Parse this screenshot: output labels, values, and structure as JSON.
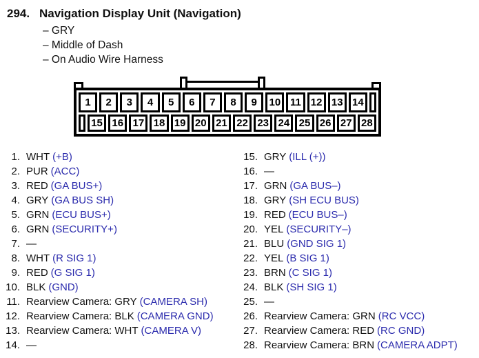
{
  "page": {
    "number": "294.",
    "title": "Navigation Display Unit (Navigation)",
    "bullets": [
      "– GRY",
      "– Middle of Dash",
      "– On Audio Wire Harness"
    ]
  },
  "colors": {
    "signal_blue": "#2b2bad",
    "text_black": "#111111",
    "connector_line": "#000000"
  },
  "connector": {
    "top_pins": [
      "1",
      "2",
      "3",
      "4",
      "5",
      "6",
      "7",
      "8",
      "9",
      "10",
      "11",
      "12",
      "13",
      "14"
    ],
    "bottom_pins": [
      "15",
      "16",
      "17",
      "18",
      "19",
      "20",
      "21",
      "22",
      "23",
      "24",
      "25",
      "26",
      "27",
      "28"
    ]
  },
  "pins_left": [
    {
      "num": "1.",
      "wire": "WHT",
      "signal": "(+B)"
    },
    {
      "num": "2.",
      "wire": "PUR",
      "signal": "(ACC)"
    },
    {
      "num": "3.",
      "wire": "RED",
      "signal": "(GA BUS+)"
    },
    {
      "num": "4.",
      "wire": "GRY",
      "signal": "(GA BUS SH)"
    },
    {
      "num": "5.",
      "wire": "GRN",
      "signal": "(ECU BUS+)"
    },
    {
      "num": "6.",
      "wire": "GRN",
      "signal": "(SECURITY+)"
    },
    {
      "num": "7.",
      "wire": "—",
      "signal": ""
    },
    {
      "num": "8.",
      "wire": "WHT",
      "signal": "(R SIG 1)"
    },
    {
      "num": "9.",
      "wire": "RED",
      "signal": "(G SIG 1)"
    },
    {
      "num": "10.",
      "wire": "BLK",
      "signal": "(GND)"
    },
    {
      "num": "11.",
      "wire": "Rearview Camera: GRY",
      "signal": "(CAMERA SH)"
    },
    {
      "num": "12.",
      "wire": "Rearview Camera: BLK",
      "signal": "(CAMERA GND)"
    },
    {
      "num": "13.",
      "wire": "Rearview Camera: WHT",
      "signal": "(CAMERA V)"
    },
    {
      "num": "14.",
      "wire": "—",
      "signal": ""
    }
  ],
  "pins_right": [
    {
      "num": "15.",
      "wire": "GRY",
      "signal": "(ILL (+))"
    },
    {
      "num": "16.",
      "wire": "—",
      "signal": ""
    },
    {
      "num": "17.",
      "wire": "GRN",
      "signal": "(GA BUS–)"
    },
    {
      "num": "18.",
      "wire": "GRY",
      "signal": "(SH ECU BUS)"
    },
    {
      "num": "19.",
      "wire": "RED",
      "signal": "(ECU BUS–)"
    },
    {
      "num": "20.",
      "wire": "YEL",
      "signal": "(SECURITY–)"
    },
    {
      "num": "21.",
      "wire": "BLU",
      "signal": "(GND SIG 1)"
    },
    {
      "num": "22.",
      "wire": "YEL",
      "signal": "(B SIG 1)"
    },
    {
      "num": "23.",
      "wire": "BRN",
      "signal": "(C SIG 1)"
    },
    {
      "num": "24.",
      "wire": "BLK",
      "signal": "(SH SIG 1)"
    },
    {
      "num": "25.",
      "wire": "—",
      "signal": ""
    },
    {
      "num": "26.",
      "wire": "Rearview Camera: GRN",
      "signal": "(RC VCC)"
    },
    {
      "num": "27.",
      "wire": "Rearview Camera: RED",
      "signal": "(RC GND)"
    },
    {
      "num": "28.",
      "wire": "Rearview Camera: BRN",
      "signal": "(CAMERA ADPT)"
    }
  ]
}
